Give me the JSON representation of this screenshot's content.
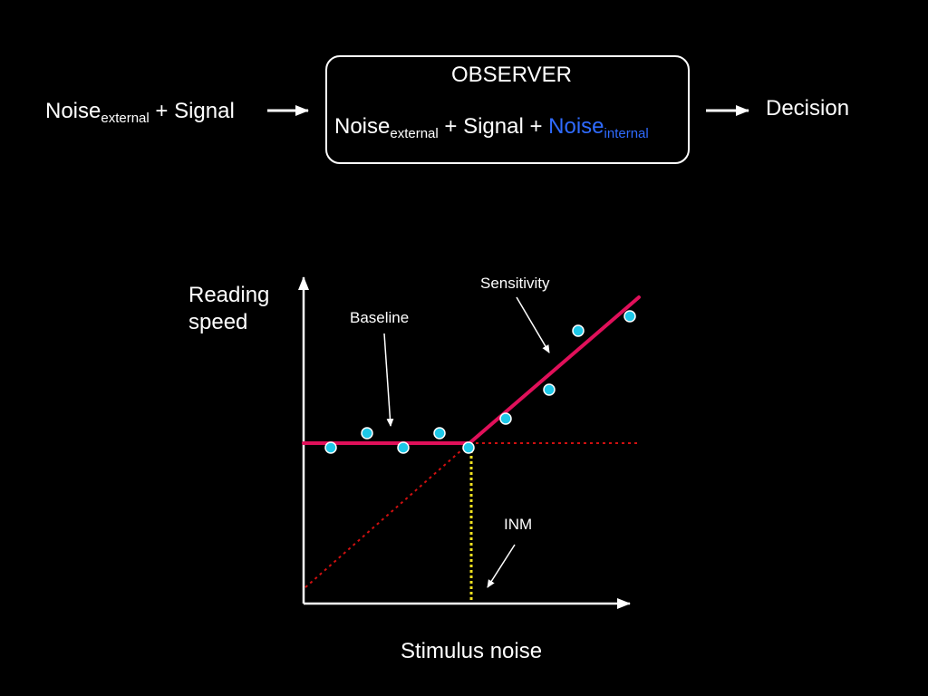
{
  "flow": {
    "input": {
      "noise": "Noise",
      "noise_sub": "external",
      "plus_signal": " + Signal"
    },
    "observer": {
      "title": "OBSERVER",
      "noise": "Noise",
      "noise_sub": "external",
      "plus_signal": " + Signal + ",
      "internal_noise": "Noise",
      "internal_noise_sub": "internal"
    },
    "output": "Decision"
  },
  "graph": {
    "ylabel_line1": "Reading",
    "ylabel_line2": "speed",
    "xlabel": "Stimulus noise",
    "annotations": {
      "baseline": "Baseline",
      "sensitivity": "Sensitivity",
      "inm": "INM"
    }
  },
  "colors": {
    "fit_line": "#e0105a",
    "point_fill": "#1ec8e8",
    "internal_noise_text": "#2f6bff",
    "dotted_extension": "#d01010",
    "inm_marker": "#f0e020"
  }
}
